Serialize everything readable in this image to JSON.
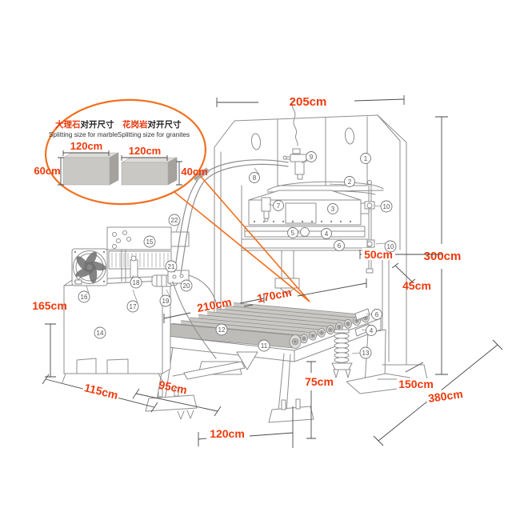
{
  "callout": {
    "marble": {
      "name_cn": "大理石",
      "suffix_cn": "对开尺寸",
      "name_en": "Splitting size for marble",
      "width": "120cm",
      "height": "60cm"
    },
    "granite": {
      "name_cn": "花岗岩",
      "suffix_cn": "对开尺寸",
      "name_en": "Splitting size for granites",
      "width": "120cm",
      "height": "40cm"
    }
  },
  "dimensions": {
    "top_width": "205cm",
    "right_height": "300cm",
    "column_depth": "45cm",
    "rod_offset": "50cm",
    "tank_height": "165cm",
    "tank_width": "115cm",
    "gap_width": "95cm",
    "leg_span": "120cm",
    "table_height": "75cm",
    "base_depth": "150cm",
    "total_depth": "380cm",
    "table_length": "210cm",
    "roller_length": "170cm"
  },
  "parts": {
    "p1": "1",
    "p2": "2",
    "p3": "3",
    "p4": "4",
    "p5": "5",
    "p6": "6",
    "p7": "7",
    "p8": "8",
    "p9": "9",
    "p10": "10",
    "p11": "11",
    "p12": "12",
    "p13": "13",
    "p14": "14",
    "p15": "15",
    "p16": "16",
    "p17": "17",
    "p18": "18",
    "p19": "19",
    "p20": "20",
    "p21": "21",
    "p22": "22"
  },
  "colors": {
    "dimension_text": "#ee3a0c",
    "callout_stroke": "#f2701f",
    "chinese_red": "#e8380d",
    "line_art": "#8f8f8f",
    "block_face": "#c9c8c4",
    "block_side": "#a5a19c",
    "block_top": "#dcdbd7"
  }
}
